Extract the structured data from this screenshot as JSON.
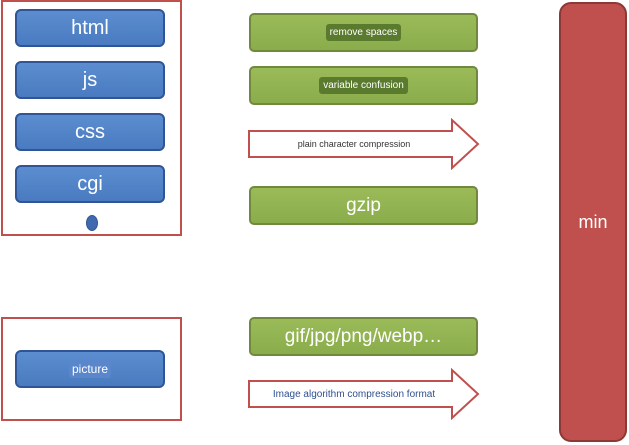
{
  "left_group": {
    "items": [
      {
        "label": "html"
      },
      {
        "label": "js"
      },
      {
        "label": "css"
      },
      {
        "label": "cgi"
      }
    ]
  },
  "picture_group": {
    "label": "picture"
  },
  "middle": {
    "remove_spaces": "remove spaces",
    "variable_confusion": "variable confusion",
    "plain_character_compression": "plain character compression",
    "gzip": "gzip",
    "image_formats": "gif/jpg/png/webp…",
    "image_algorithm_compression": "Image algorithm compression format"
  },
  "right": {
    "min": "min"
  },
  "colors": {
    "blue": "#4f81bd",
    "green": "#9bbb59",
    "red": "#c0504d"
  }
}
